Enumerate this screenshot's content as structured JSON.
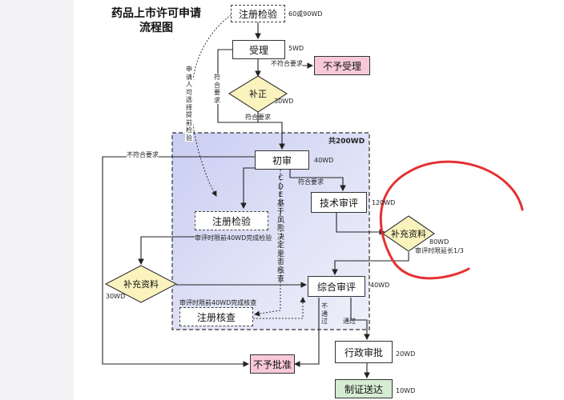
{
  "title_lines": [
    "药品上市许可申请",
    "流程图"
  ],
  "nodes": {
    "registration_inspection": "注册检验",
    "acceptance": "受理",
    "no_acceptance": "不予受理",
    "supplement_correction": "补正",
    "initial_review": "初审",
    "technical_review": "技术审评",
    "supplement_data_right": "补充资料",
    "registration_inspection_inner": "注册检验",
    "supplement_data_left": "补充资料",
    "comprehensive_review": "综合审评",
    "registration_verification": "注册核查",
    "administrative_approval": "行政审批",
    "no_approval": "不予批准",
    "certificate_delivery": "制证送达"
  },
  "time_labels": {
    "reg_inspection": "60或90WD",
    "acceptance": "5WD",
    "supplement": "30WD",
    "total": "共200WD",
    "initial_review": "40WD",
    "technical_review": "120WD",
    "supplement_right": "80WD",
    "extension": "审评时限延长1/3",
    "supplement_left": "30WD",
    "comprehensive_review": "40WD",
    "administrative_approval": "20WD",
    "certificate_delivery": "10WD"
  },
  "edge_labels": {
    "not_compliant_top": "不符合要求",
    "compliant_vertical": "符合要求",
    "compliant_horizontal": "符合要求",
    "not_compliant_left": "不符合要求",
    "compliant_technical": "符合要求",
    "applicant_note": "申请人可选择提前检验",
    "cde_note": "CDE基于风险决定是否核查",
    "inspect_before_review": "审评时限前40WD完成检验",
    "verify_before_review": "审评时限前40WD完成核查",
    "not_passed": "不通过",
    "passed": "通过"
  }
}
